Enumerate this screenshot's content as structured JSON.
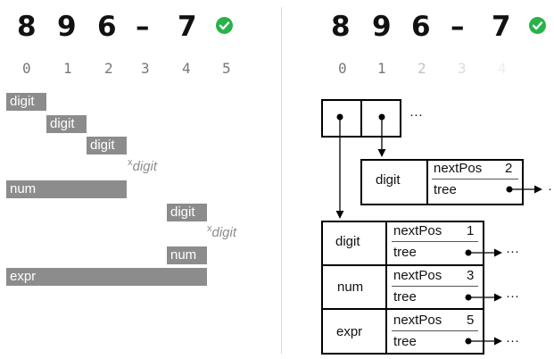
{
  "left_panel": {
    "expression": [
      "8",
      "9",
      "6",
      "–",
      "7"
    ],
    "indices": [
      "0",
      "1",
      "2",
      "3",
      "4",
      "5"
    ],
    "bars": [
      {
        "label": "digit"
      },
      {
        "label": "digit"
      },
      {
        "label": "digit"
      },
      {
        "label": "num"
      },
      {
        "label": "digit"
      },
      {
        "label": "num"
      },
      {
        "label": "expr"
      }
    ],
    "failures": [
      {
        "mark": "x",
        "label": "digit"
      },
      {
        "mark": "x",
        "label": "digit"
      }
    ]
  },
  "right_panel": {
    "expression": [
      "8",
      "9",
      "6",
      "–",
      "7"
    ],
    "indices": [
      "0",
      "1",
      "2",
      "3",
      "4"
    ],
    "ellipsis": "···",
    "memo_entry_pos1": {
      "rule": "digit",
      "field_nextpos": "nextPos",
      "nextpos_value": "2",
      "field_tree": "tree",
      "ellipsis": "·"
    },
    "memo_table_pos0": [
      {
        "rule": "digit",
        "field_nextpos": "nextPos",
        "nextpos_value": "1",
        "field_tree": "tree",
        "ellipsis": "···"
      },
      {
        "rule": "num",
        "field_nextpos": "nextPos",
        "nextpos_value": "3",
        "field_tree": "tree",
        "ellipsis": "···"
      },
      {
        "rule": "expr",
        "field_nextpos": "nextPos",
        "nextpos_value": "5",
        "field_tree": "tree",
        "ellipsis": "···"
      }
    ]
  },
  "colors": {
    "bar_fill": "#8c8c8c",
    "check_green": "#28b24a",
    "index_text": "#777777",
    "index_faint": "#c4c4c4"
  }
}
